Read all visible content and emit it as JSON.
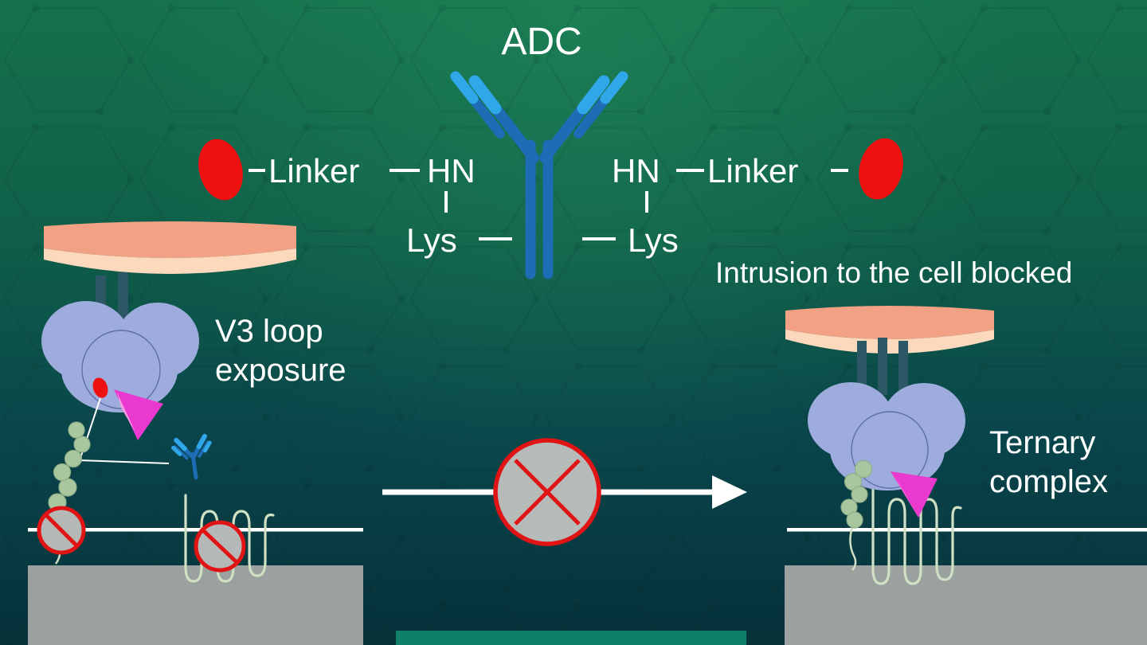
{
  "diagram": {
    "title": "ADC",
    "conjugation": {
      "left": {
        "linker": "Linker",
        "amine": "HN",
        "residue": "Lys"
      },
      "right": {
        "amine": "HN",
        "linker": "Linker",
        "residue": "Lys"
      }
    },
    "annotations": {
      "v3_loop": "V3 loop exposure",
      "intrusion_blocked": "Intrusion to the cell blocked",
      "ternary_complex": "Ternary complex"
    },
    "colors": {
      "background_top": "#15714c",
      "background_bottom": "#063139",
      "antibody_dark_blue": "#1d6cb5",
      "antibody_light_blue": "#2fa7e9",
      "payload_red": "#ee1111",
      "membrane_peach_dark": "#f2a184",
      "membrane_peach_light": "#fcd9bd",
      "gp120_lavender": "#9dacdc",
      "receptor_peg_teal": "#2c5866",
      "v3_magenta": "#ea39cf",
      "glycan_green": "#a9c79f",
      "coreceptor_pale_green": "#cfe0c4",
      "cell_gray": "#9ba19e",
      "prohibition_red": "#e01414",
      "arrow_white": "#ffffff",
      "bottom_cell_teal": "#0f7f68"
    }
  }
}
